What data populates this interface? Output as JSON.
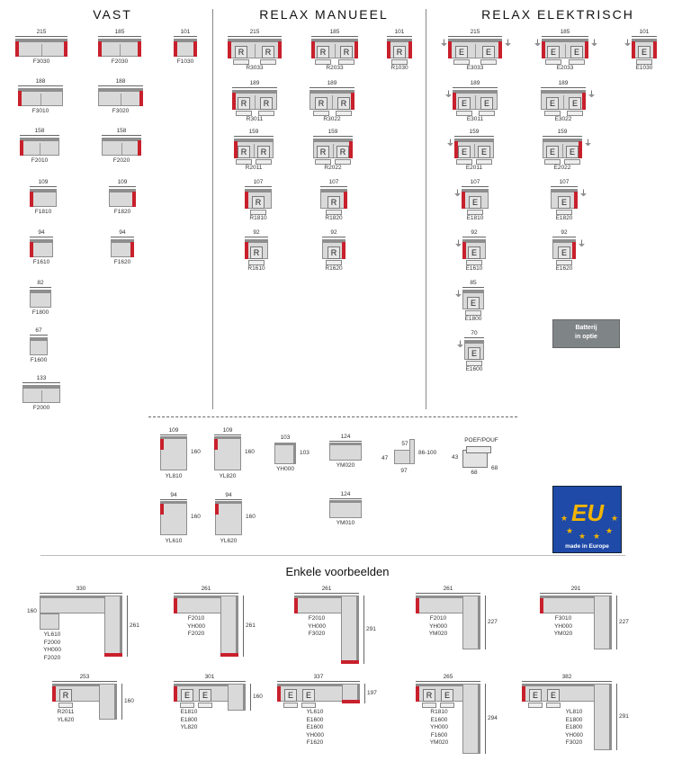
{
  "headers": {
    "vast": "VAST",
    "relax_manueel": "RELAX MANUEEL",
    "relax_elektrisch": "RELAX ELEKTRISCH",
    "examples": "Enkele voorbeelden"
  },
  "vast": [
    {
      "dim": "215",
      "code": "F3030"
    },
    {
      "dim": "185",
      "code": "F2030"
    },
    {
      "dim": "101",
      "code": "F1030"
    },
    {
      "dim": "188",
      "code": "F3010"
    },
    {
      "dim": "188",
      "code": "F3020"
    },
    {
      "dim": "158",
      "code": "F2010"
    },
    {
      "dim": "158",
      "code": "F2020"
    },
    {
      "dim": "109",
      "code": "F1810"
    },
    {
      "dim": "109",
      "code": "F1820"
    },
    {
      "dim": "94",
      "code": "F1610"
    },
    {
      "dim": "94",
      "code": "F1620"
    },
    {
      "dim": "82",
      "code": "F1800"
    },
    {
      "dim": "67",
      "code": "F1600"
    },
    {
      "dim": "133",
      "code": "F2000"
    }
  ],
  "manueel": [
    {
      "dim": "215",
      "code": "R3033",
      "seat": "R"
    },
    {
      "dim": "185",
      "code": "R2033",
      "seat": "R"
    },
    {
      "dim": "101",
      "code": "R1030",
      "seat": "R"
    },
    {
      "dim": "189",
      "code": "R3011",
      "seat": "R"
    },
    {
      "dim": "189",
      "code": "R3022",
      "seat": "R"
    },
    {
      "dim": "159",
      "code": "R2011",
      "seat": "R"
    },
    {
      "dim": "159",
      "code": "R2022",
      "seat": "R"
    },
    {
      "dim": "107",
      "code": "R1810",
      "seat": "R"
    },
    {
      "dim": "107",
      "code": "R1820",
      "seat": "R"
    },
    {
      "dim": "92",
      "code": "R1610",
      "seat": "R"
    },
    {
      "dim": "92",
      "code": "R1620",
      "seat": "R"
    }
  ],
  "elektrisch": [
    {
      "dim": "215",
      "code": "E3033",
      "seat": "E"
    },
    {
      "dim": "185",
      "code": "E2033",
      "seat": "E"
    },
    {
      "dim": "101",
      "code": "E1030",
      "seat": "E"
    },
    {
      "dim": "189",
      "code": "E3011",
      "seat": "E"
    },
    {
      "dim": "189",
      "code": "E3022",
      "seat": "E"
    },
    {
      "dim": "159",
      "code": "E2011",
      "seat": "E"
    },
    {
      "dim": "159",
      "code": "E2022",
      "seat": "E"
    },
    {
      "dim": "107",
      "code": "E1810",
      "seat": "E"
    },
    {
      "dim": "107",
      "code": "E1820",
      "seat": "E"
    },
    {
      "dim": "92",
      "code": "E1610",
      "seat": "E"
    },
    {
      "dim": "92",
      "code": "E1620",
      "seat": "E"
    },
    {
      "dim": "85",
      "code": "E1800",
      "seat": "E"
    },
    {
      "dim": "70",
      "code": "E1600",
      "seat": "E"
    }
  ],
  "battery": {
    "line1": "Batterij",
    "line2": "in optie"
  },
  "extras": [
    {
      "dim": "109",
      "code": "YL810",
      "side": "160"
    },
    {
      "dim": "109",
      "code": "YL820",
      "side": "160"
    },
    {
      "dim": "103",
      "code": "YH000",
      "side": "103"
    },
    {
      "dim": "124",
      "code": "YM020"
    },
    {
      "dim": "57",
      "side": "86-100",
      "left": "47",
      "bottom": "97"
    },
    {
      "label": "POEF/POUF",
      "a": "43",
      "b": "68",
      "c": "68"
    },
    {
      "dim": "94",
      "code": "YL610",
      "side": "160"
    },
    {
      "dim": "94",
      "code": "YL620",
      "side": "160"
    },
    {
      "dim": "124",
      "code": "YM010"
    }
  ],
  "eu": {
    "text": "made in Europe",
    "mark": "EU"
  },
  "examples": [
    {
      "dim": "330",
      "left": "160",
      "right": "261",
      "codes": [
        "YL610",
        "F2000",
        "YH000",
        "F2020"
      ]
    },
    {
      "dim": "261",
      "right": "261",
      "codes": [
        "F2010",
        "YH000",
        "F2020"
      ]
    },
    {
      "dim": "261",
      "right": "291",
      "codes": [
        "F2010",
        "YH000",
        "F3020"
      ]
    },
    {
      "dim": "261",
      "right": "227",
      "codes": [
        "F2010",
        "YH000",
        "YM020"
      ]
    },
    {
      "dim": "291",
      "right": "227",
      "codes": [
        "F3010",
        "YH000",
        "YM020"
      ]
    },
    {
      "dim": "253",
      "right": "160",
      "codes": [
        "R2011",
        "YL620"
      ],
      "seat": "R"
    },
    {
      "dim": "301",
      "right": "160",
      "codes": [
        "E1810",
        "E1800",
        "YL820"
      ],
      "seat": "E"
    },
    {
      "dim": "337",
      "right": "197",
      "codes": [
        "YL610",
        "E1600",
        "E1600",
        "YH000",
        "F1620"
      ],
      "seat": "E"
    },
    {
      "dim": "265",
      "right": "294",
      "codes": [
        "R1810",
        "E1600",
        "YH000",
        "F1600",
        "YM020"
      ],
      "seat": "R",
      "seat2": "E"
    },
    {
      "dim": "382",
      "right": "291",
      "codes": [
        "YL810",
        "E1800",
        "E1800",
        "YH000",
        "F3020"
      ],
      "seat": "E"
    }
  ],
  "colors": {
    "arm": "#c8202c",
    "frame": "#8e8e8e",
    "body": "#d9d9d9",
    "eu_blue": "#1f4aa8",
    "eu_star": "#f2b400"
  }
}
